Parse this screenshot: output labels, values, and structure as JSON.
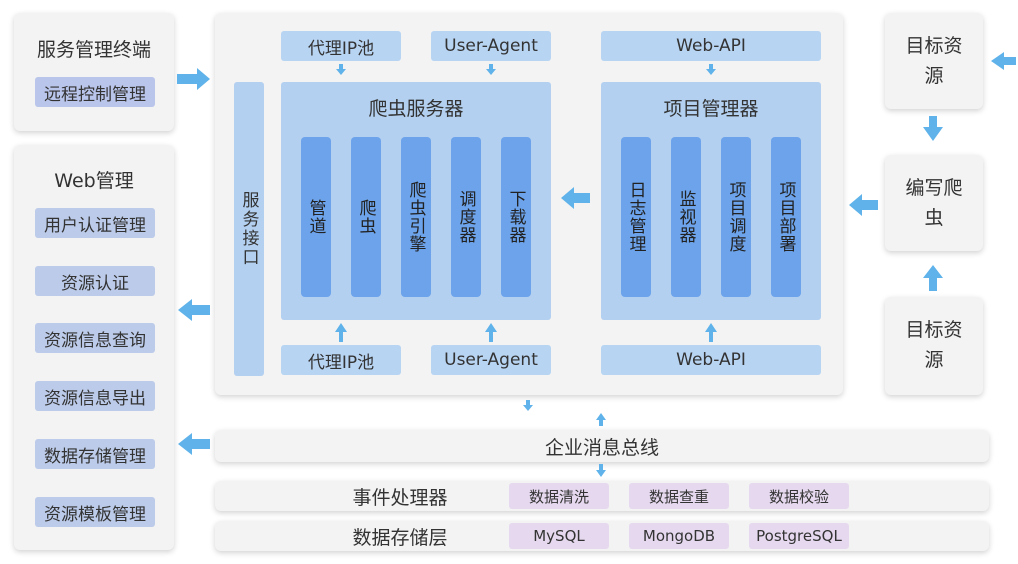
{
  "left_top": {
    "title": "服务管理终端",
    "item": "远程控制管理"
  },
  "web_panel": {
    "title": "Web管理",
    "items": [
      "用户认证管理",
      "资源认证",
      "资源信息查询",
      "资源信息导出",
      "数据存储管理",
      "资源模板管理"
    ]
  },
  "center": {
    "service_interface": "服务接口",
    "top_tags": [
      "代理IP池",
      "User-Agent",
      "Web-API"
    ],
    "bottom_tags": [
      "代理IP池",
      "User-Agent",
      "Web-API"
    ],
    "crawler_server": {
      "title": "爬虫服务器",
      "modules": [
        "管道",
        "爬虫",
        "爬虫引擎",
        "调度器",
        "下载器"
      ]
    },
    "project_manager": {
      "title": "项目管理器",
      "modules": [
        "日志管理",
        "监视器",
        "项目调度",
        "项目部署"
      ]
    }
  },
  "right": {
    "target_top": "目标资源",
    "write_crawler": "编写爬虫",
    "target_bottom": "目标资源"
  },
  "bus": {
    "label": "企业消息总线"
  },
  "event_row": {
    "label": "事件处理器",
    "items": [
      "数据清洗",
      "数据查重",
      "数据校验"
    ]
  },
  "storage_row": {
    "label": "数据存储层",
    "items": [
      "MySQL",
      "MongoDB",
      "PostgreSQL"
    ]
  },
  "colors": {
    "arrow": "#5fb3ea",
    "module": "#6ca3eb",
    "server_bg": "#b3d0f0",
    "chip": "#bccbe9",
    "purple": "#e6d9ef"
  }
}
